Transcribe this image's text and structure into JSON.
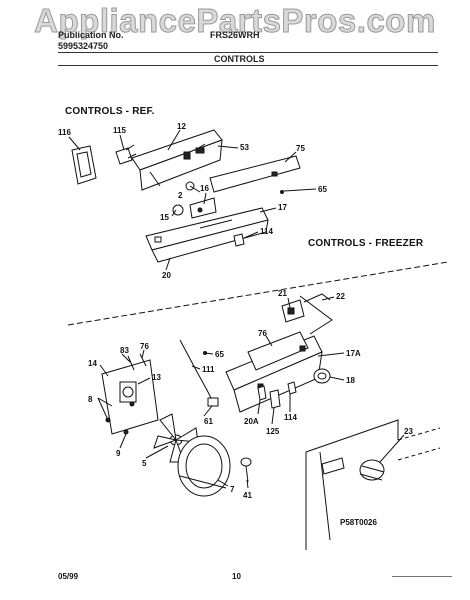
{
  "watermark": "AppliancePartsPros.com",
  "header": {
    "left_top": "Publication No.",
    "left_code": "5995324750",
    "model": "FRS26WRH",
    "section": "CONTROLS"
  },
  "sections": {
    "ref": "CONTROLS - REF.",
    "freezer": "CONTROLS - FREEZER"
  },
  "callouts": {
    "c116": "116",
    "c115": "115",
    "c12": "12",
    "c53": "53",
    "c75": "75",
    "c65a": "65",
    "c2": "2",
    "c16": "16",
    "c15": "15",
    "c17": "17",
    "c114a": "114",
    "c20": "20",
    "c21": "21",
    "c22": "22",
    "c76a": "76",
    "c17A": "17A",
    "c18": "18",
    "c65b": "65",
    "c14": "14",
    "c83": "83",
    "c76b": "76",
    "c13": "13",
    "c111": "111",
    "c8": "8",
    "c9": "9",
    "c5": "5",
    "c61": "61",
    "c7": "7",
    "c41": "41",
    "c20A": "20A",
    "c125": "125",
    "c114b": "114",
    "c23": "23"
  },
  "figure_code": "P58T0026",
  "footer": {
    "date": "05/99",
    "page": "10"
  }
}
